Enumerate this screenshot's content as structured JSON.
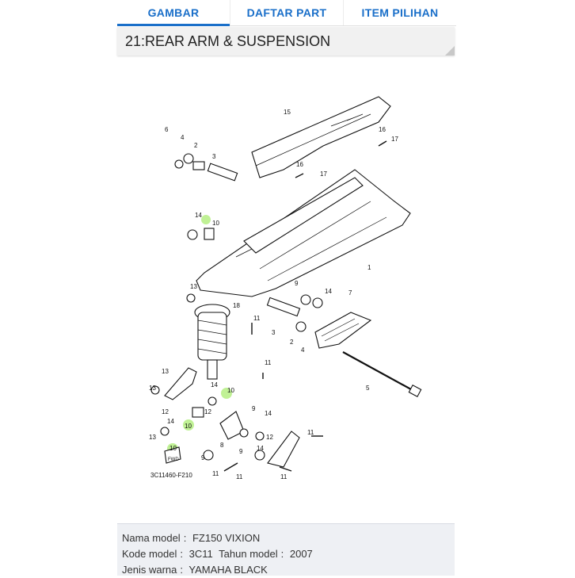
{
  "tabs": [
    {
      "label": "GAMBAR",
      "active": true
    },
    {
      "label": "DAFTAR PART",
      "active": false
    },
    {
      "label": "ITEM PILIHAN",
      "active": false
    }
  ],
  "section": {
    "title": "21:REAR ARM & SUSPENSION"
  },
  "diagram": {
    "code": "3C11460-F210",
    "fwd": "FWD",
    "labels": [
      "1",
      "2",
      "3",
      "4",
      "5",
      "6",
      "7",
      "8",
      "9",
      "10",
      "11",
      "12",
      "13",
      "14",
      "15",
      "16",
      "17",
      "18"
    ]
  },
  "info": {
    "model_label": "Nama model",
    "model_value": "FZ150 VIXION",
    "code_label": "Kode model",
    "code_value": "3C11",
    "year_label": "Tahun model",
    "year_value": "2007",
    "color_label": "Jenis warna",
    "color_value": "YAMAHA BLACK",
    "separator": ":"
  },
  "colors": {
    "accent": "#1a6fc9",
    "highlight": "#b9f08a"
  }
}
